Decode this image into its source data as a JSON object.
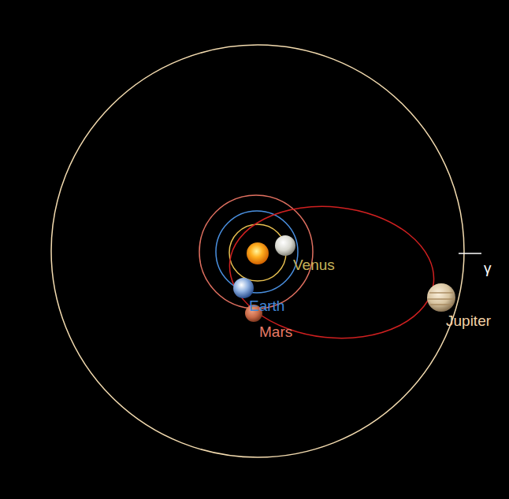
{
  "diagram": {
    "labels": [
      "Venus",
      "Earth",
      "Mars",
      "Jupiter",
      "γ"
    ]
  }
}
